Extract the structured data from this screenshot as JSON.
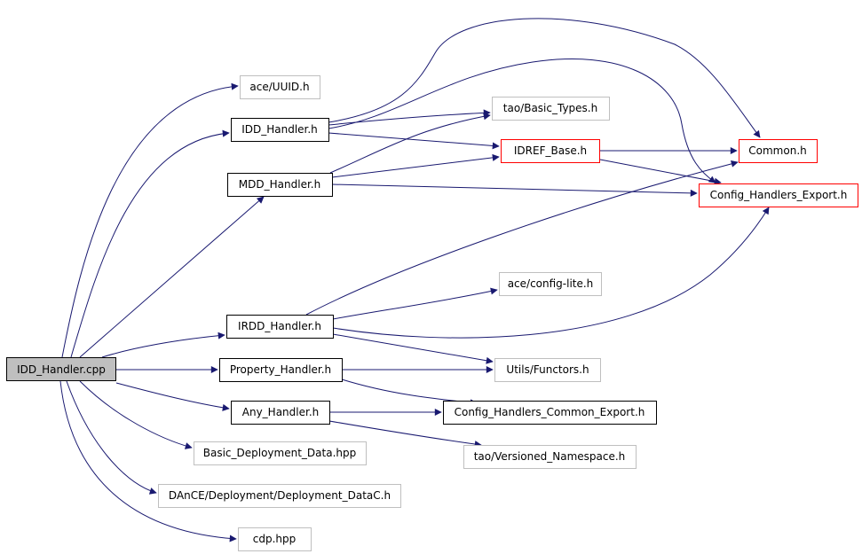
{
  "graph": {
    "root": {
      "label": "IDD_Handler.cpp",
      "fill": "#bfbfbf"
    },
    "nodes": {
      "uuid": "ace/UUID.h",
      "idd_h": "IDD_Handler.h",
      "basic_types": "tao/Basic_Types.h",
      "idref_base": "IDREF_Base.h",
      "common": "Common.h",
      "mdd_h": "MDD_Handler.h",
      "config_export": "Config_Handlers_Export.h",
      "config_lite": "ace/config-lite.h",
      "irdd_h": "IRDD_Handler.h",
      "property_h": "Property_Handler.h",
      "functors": "Utils/Functors.h",
      "any_h": "Any_Handler.h",
      "common_export": "Config_Handlers_Common_Export.h",
      "basic_deploy": "Basic_Deployment_Data.hpp",
      "versioned": "tao/Versioned_Namespace.h",
      "deploy_datac": "DAnCE/Deployment/Deployment_DataC.h",
      "cdp": "cdp.hpp"
    },
    "colors": {
      "edge": "#191970",
      "documented": "#000000",
      "undocumented": "#bfbfbf",
      "truncated": "#ff0000"
    }
  }
}
